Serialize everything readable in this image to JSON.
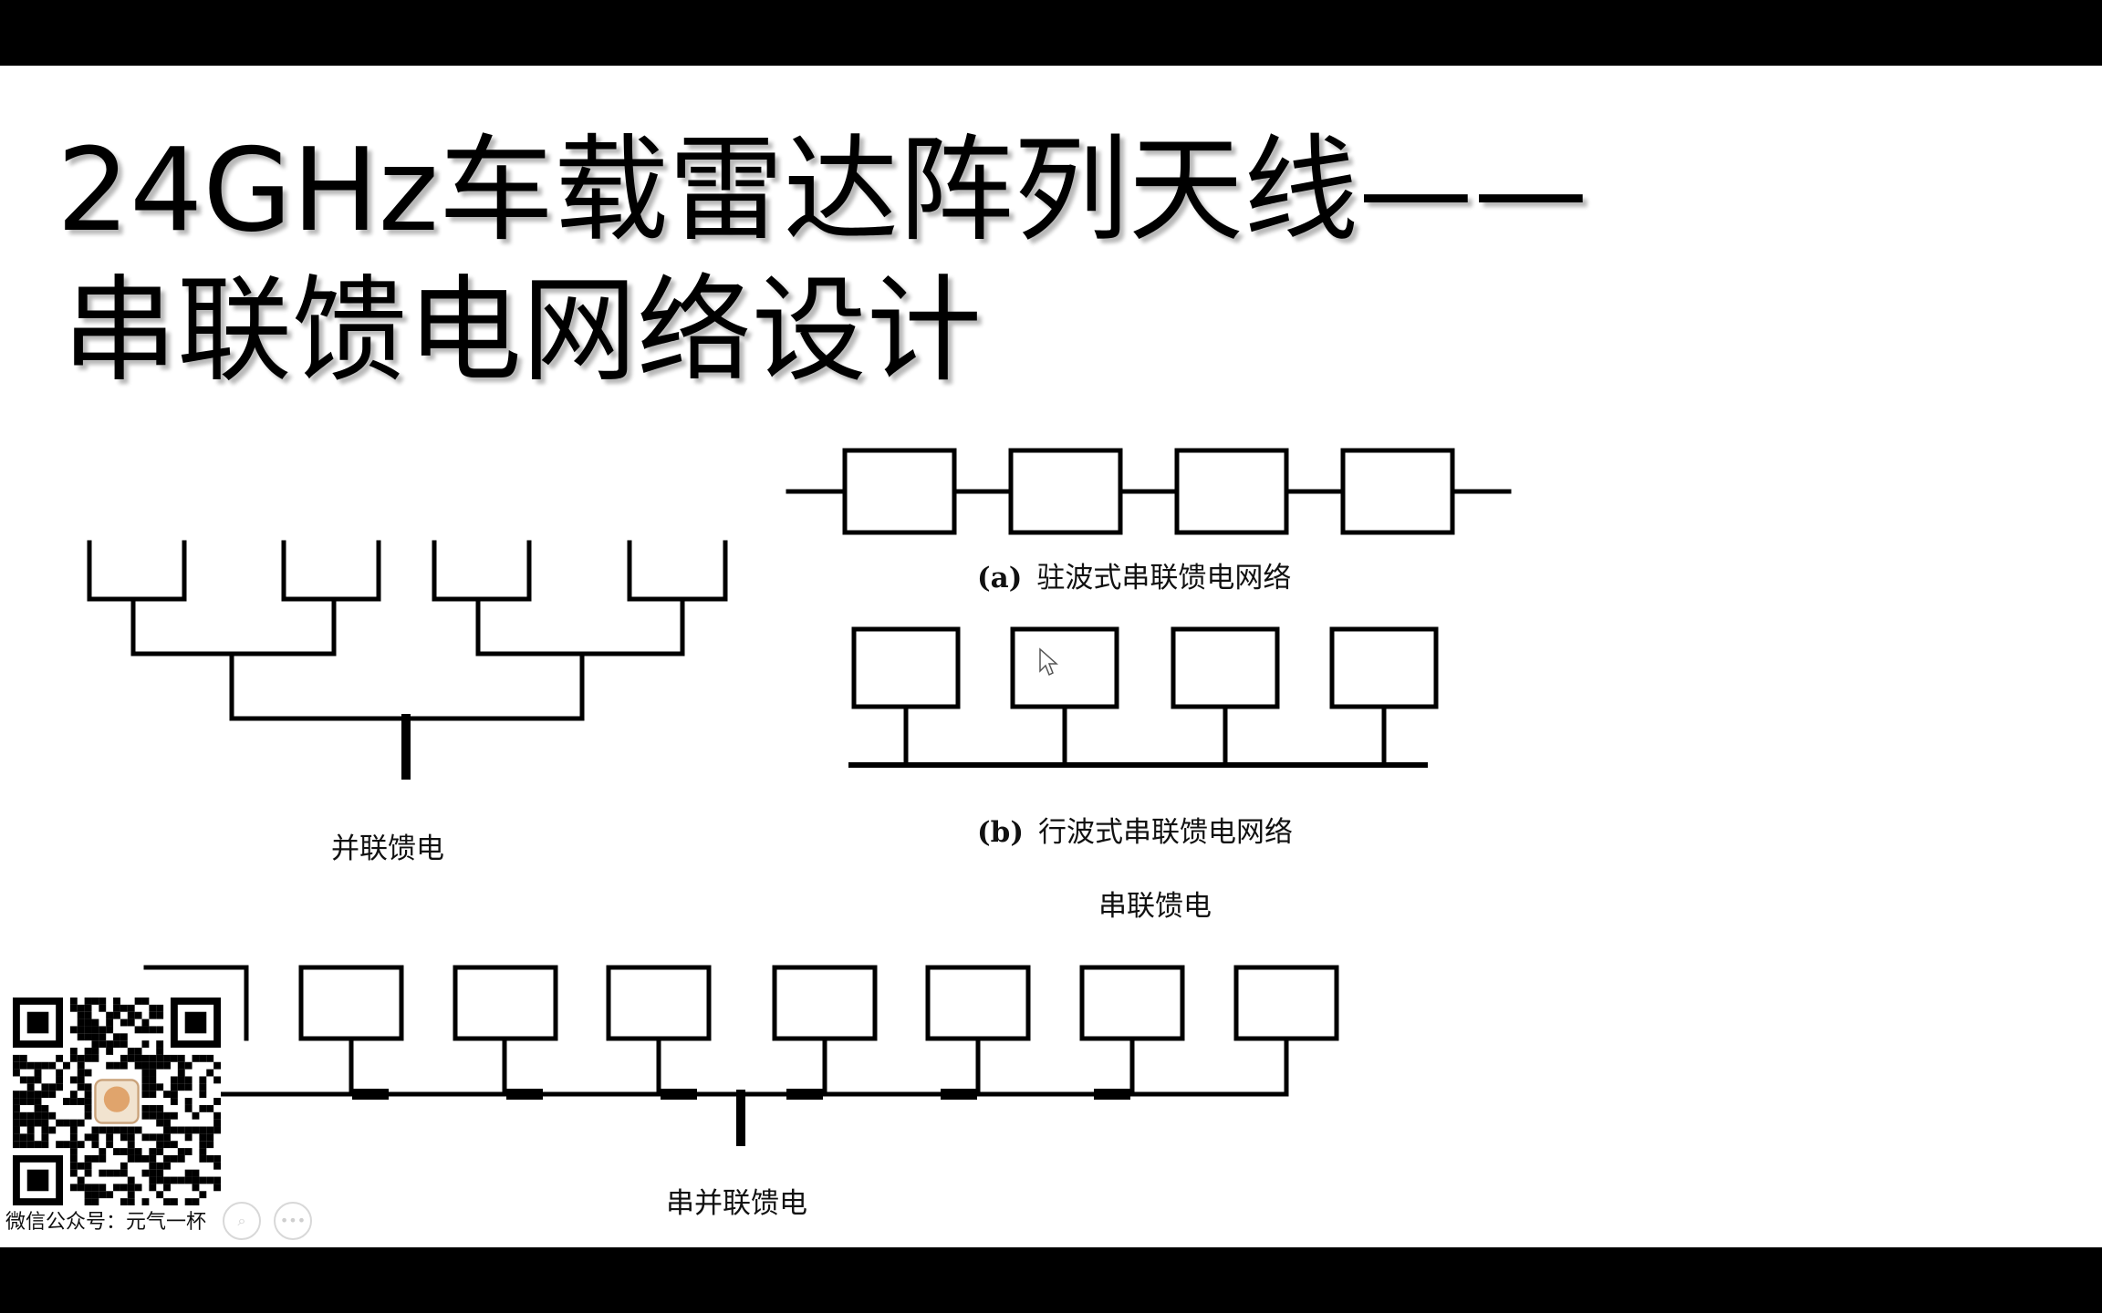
{
  "slide": {
    "title_line1": "24GHz车载雷达阵列天线——",
    "title_line2": "串联馈电网络设计"
  },
  "captions": {
    "parallel_feed": "并联馈电",
    "standing_wave_letter": "(a)",
    "standing_wave_text": "驻波式串联馈电网络",
    "traveling_wave_letter": "(b)",
    "traveling_wave_text": "行波式串联馈电网络",
    "series_feed": "串联馈电",
    "series_parallel_feed": "串并联馈电"
  },
  "qr": {
    "caption": "微信公众号：元气一杯"
  },
  "colors": {
    "background": "#000000",
    "slide": "#ffffff",
    "lines": "#000000"
  },
  "icons": {
    "cursor": "arrow-cursor-icon",
    "controls": [
      "zoom-icon",
      "more-icon"
    ]
  }
}
